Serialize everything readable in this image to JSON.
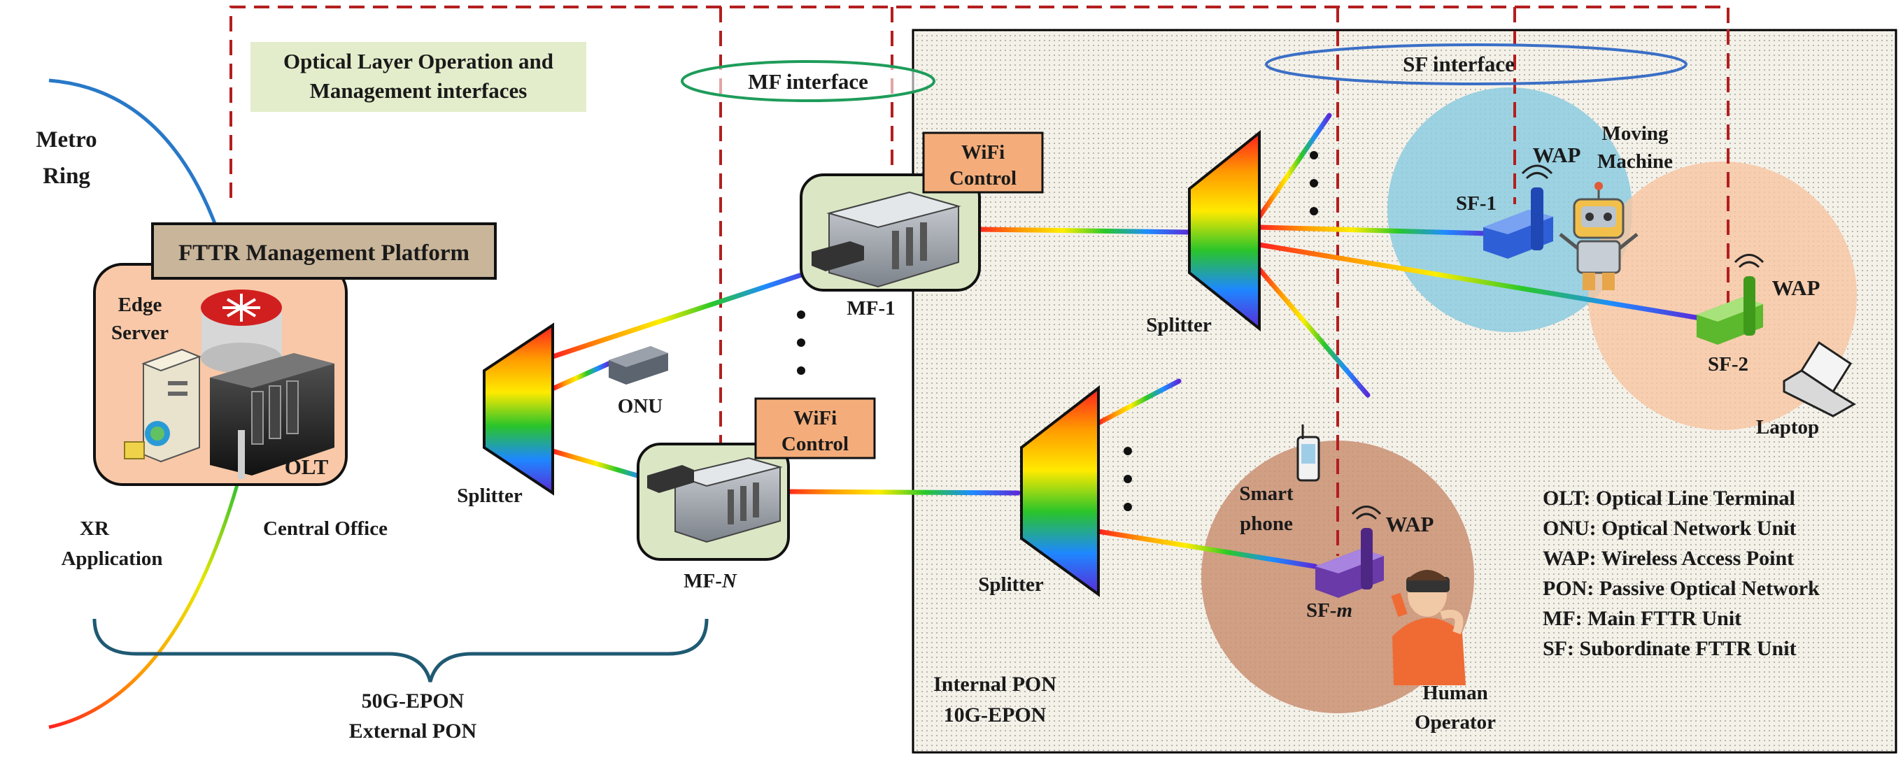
{
  "labels": {
    "optical_layer_line1": "Optical Layer Operation and",
    "optical_layer_line2": "Management interfaces",
    "mf_interface": "MF interface",
    "sf_interface": "SF interface",
    "metro_line1": "Metro",
    "metro_line2": "Ring",
    "fttr_platform": "FTTR Management Platform",
    "edge_line1": "Edge",
    "edge_line2": "Server",
    "olt": "OLT",
    "central_office": "Central Office",
    "xr_line1": "XR",
    "xr_line2": "Application",
    "splitter": "Splitter",
    "onu": "ONU",
    "wifi_control": "WiFi",
    "wifi_control2": "Control",
    "mf1": "MF-1",
    "mfn_prefix": "MF-",
    "mfn_suffix": "N",
    "wap": "WAP",
    "sf1": "SF-1",
    "sf2": "SF-2",
    "sfm_prefix": "SF-",
    "sfm_suffix": "m",
    "moving_line1": "Moving",
    "moving_line2": "Machine",
    "laptop": "Laptop",
    "smart_line1": "Smart",
    "smart_line2": "phone",
    "human_line1": "Human",
    "human_line2": "Operator",
    "internal_line1": "Internal PON",
    "internal_line2": "10G-EPON",
    "external_line1": "50G-EPON",
    "external_line2": "External PON",
    "dots": "•"
  },
  "legend": [
    "OLT: Optical Line Terminal",
    "ONU: Optical Network Unit",
    "WAP: Wireless Access Point",
    "PON: Passive Optical Network",
    "MF: Main FTTR Unit",
    "SF: Subordinate FTTR Unit"
  ],
  "colors": {
    "dash_red": "#b41e1e",
    "mf_box_fill": "#dbe6c4",
    "wifi_fill": "#f4ad7a",
    "fttr_fill": "#c9b59a",
    "optical_fill": "#e3edcb",
    "co_fill": "#f8c8a8",
    "cell_blue": "#8ccde0",
    "cell_orange": "#f7c6a0",
    "cell_brown": "#c99172",
    "metro_blue": "#2878c8"
  },
  "icons": {
    "router": "router-icon",
    "server": "server-icon",
    "wap_blue": "wifi-ap-blue-icon",
    "wap_green": "wifi-ap-green-icon",
    "wap_purple": "wifi-ap-purple-icon",
    "robot": "robot-icon",
    "laptop": "laptop-icon",
    "phone": "smartphone-icon",
    "person": "vr-person-icon"
  }
}
